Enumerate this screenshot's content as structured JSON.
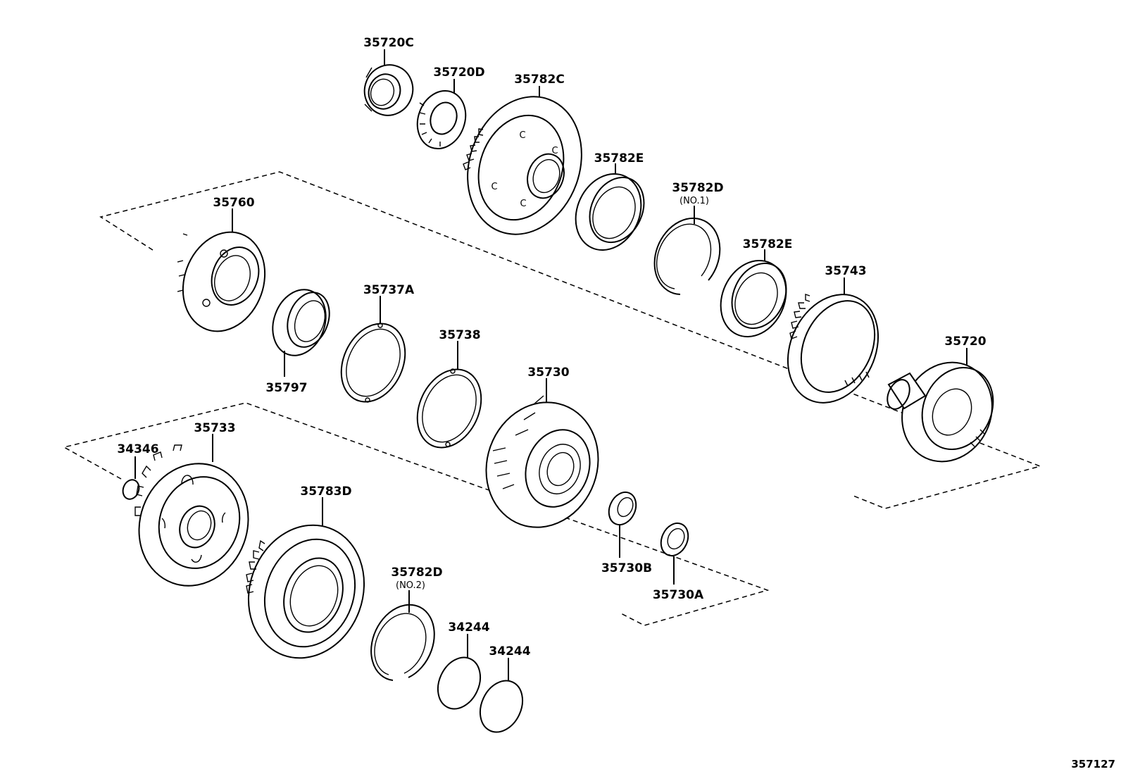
{
  "parts": {
    "p35720C": "35720C",
    "p35720D": "35720D",
    "p35782C": "35782C",
    "p35782E_a": "35782E",
    "p35782D_1": "35782D",
    "p35782D_1_note": "(NO.1)",
    "p35782E_b": "35782E",
    "p35743": "35743",
    "p35720": "35720",
    "p35760": "35760",
    "p35797": "35797",
    "p35737A": "35737A",
    "p35738": "35738",
    "p35730": "35730",
    "p35730B": "35730B",
    "p35730A": "35730A",
    "p35733": "35733",
    "p34346": "34346",
    "p35783D": "35783D",
    "p35782D_2": "35782D",
    "p35782D_2_note": "(NO.2)",
    "p34244_a": "34244",
    "p34244_b": "34244"
  },
  "diagram_ref": "357127"
}
